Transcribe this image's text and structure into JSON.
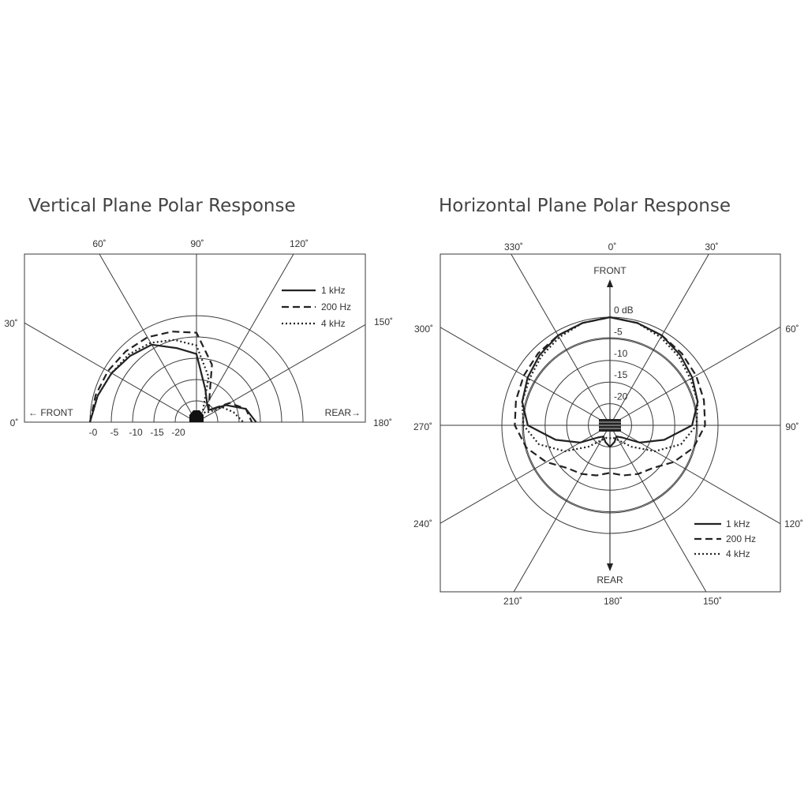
{
  "chart_data": [
    {
      "type": "polar",
      "title": "Vertical Plane Polar Response",
      "angle_labels": [
        "0˚",
        "30˚",
        "60˚",
        "90˚",
        "120˚",
        "150˚",
        "180˚"
      ],
      "radial_ticks": [
        "-0",
        "-5",
        "-10",
        "-15",
        "-20"
      ],
      "direction_labels": {
        "front": "← FRONT",
        "rear": "REAR→"
      },
      "angles_deg": [
        0,
        15,
        30,
        45,
        60,
        75,
        90,
        105,
        120,
        135,
        150,
        165,
        180
      ],
      "series": [
        {
          "name": "1 kHz",
          "style": "solid",
          "values_db": [
            0,
            -1,
            -2,
            -3,
            -4,
            -7,
            -9,
            -17,
            -20,
            -21,
            -17,
            -13,
            -11
          ]
        },
        {
          "name": "200 Hz",
          "style": "dashed",
          "values_db": [
            0,
            -0.5,
            -1,
            -1.5,
            -2,
            -3,
            -4,
            -11,
            -19,
            -21,
            -16,
            -13,
            -12
          ]
        },
        {
          "name": "4 kHz",
          "style": "dotted",
          "values_db": [
            0,
            -1,
            -2,
            -2.5,
            -3.5,
            -5,
            -7,
            -14,
            -22,
            -22,
            -18,
            -16,
            -14
          ]
        }
      ]
    },
    {
      "type": "polar",
      "title": "Horizontal Plane Polar Response",
      "angle_labels": [
        "0˚",
        "30˚",
        "60˚",
        "90˚",
        "120˚",
        "150˚",
        "180˚",
        "210˚",
        "240˚",
        "270˚",
        "300˚",
        "330˚"
      ],
      "radial_ticks": [
        "0 dB",
        "-5",
        "-10",
        "-15",
        "-20"
      ],
      "direction_labels": {
        "front": "FRONT",
        "rear": "REAR"
      },
      "angles_deg": [
        0,
        15,
        30,
        45,
        60,
        75,
        90,
        105,
        120,
        135,
        150,
        165,
        180
      ],
      "series": [
        {
          "name": "1 kHz",
          "style": "solid",
          "values_db": [
            0,
            -0.5,
            -1,
            -2,
            -3,
            -4,
            -6,
            -12,
            -17,
            -21,
            -22,
            -21,
            -20
          ]
        },
        {
          "name": "200 Hz",
          "style": "dashed",
          "values_db": [
            0,
            -0.5,
            -1,
            -1.5,
            -2,
            -2.5,
            -3,
            -5,
            -8,
            -11,
            -12,
            -13,
            -14
          ]
        },
        {
          "name": "4 kHz",
          "style": "dotted",
          "values_db": [
            0,
            -0.5,
            -1.5,
            -2.5,
            -3.5,
            -4,
            -5,
            -8,
            -13,
            -18,
            -21,
            -22,
            -22
          ]
        }
      ]
    }
  ]
}
